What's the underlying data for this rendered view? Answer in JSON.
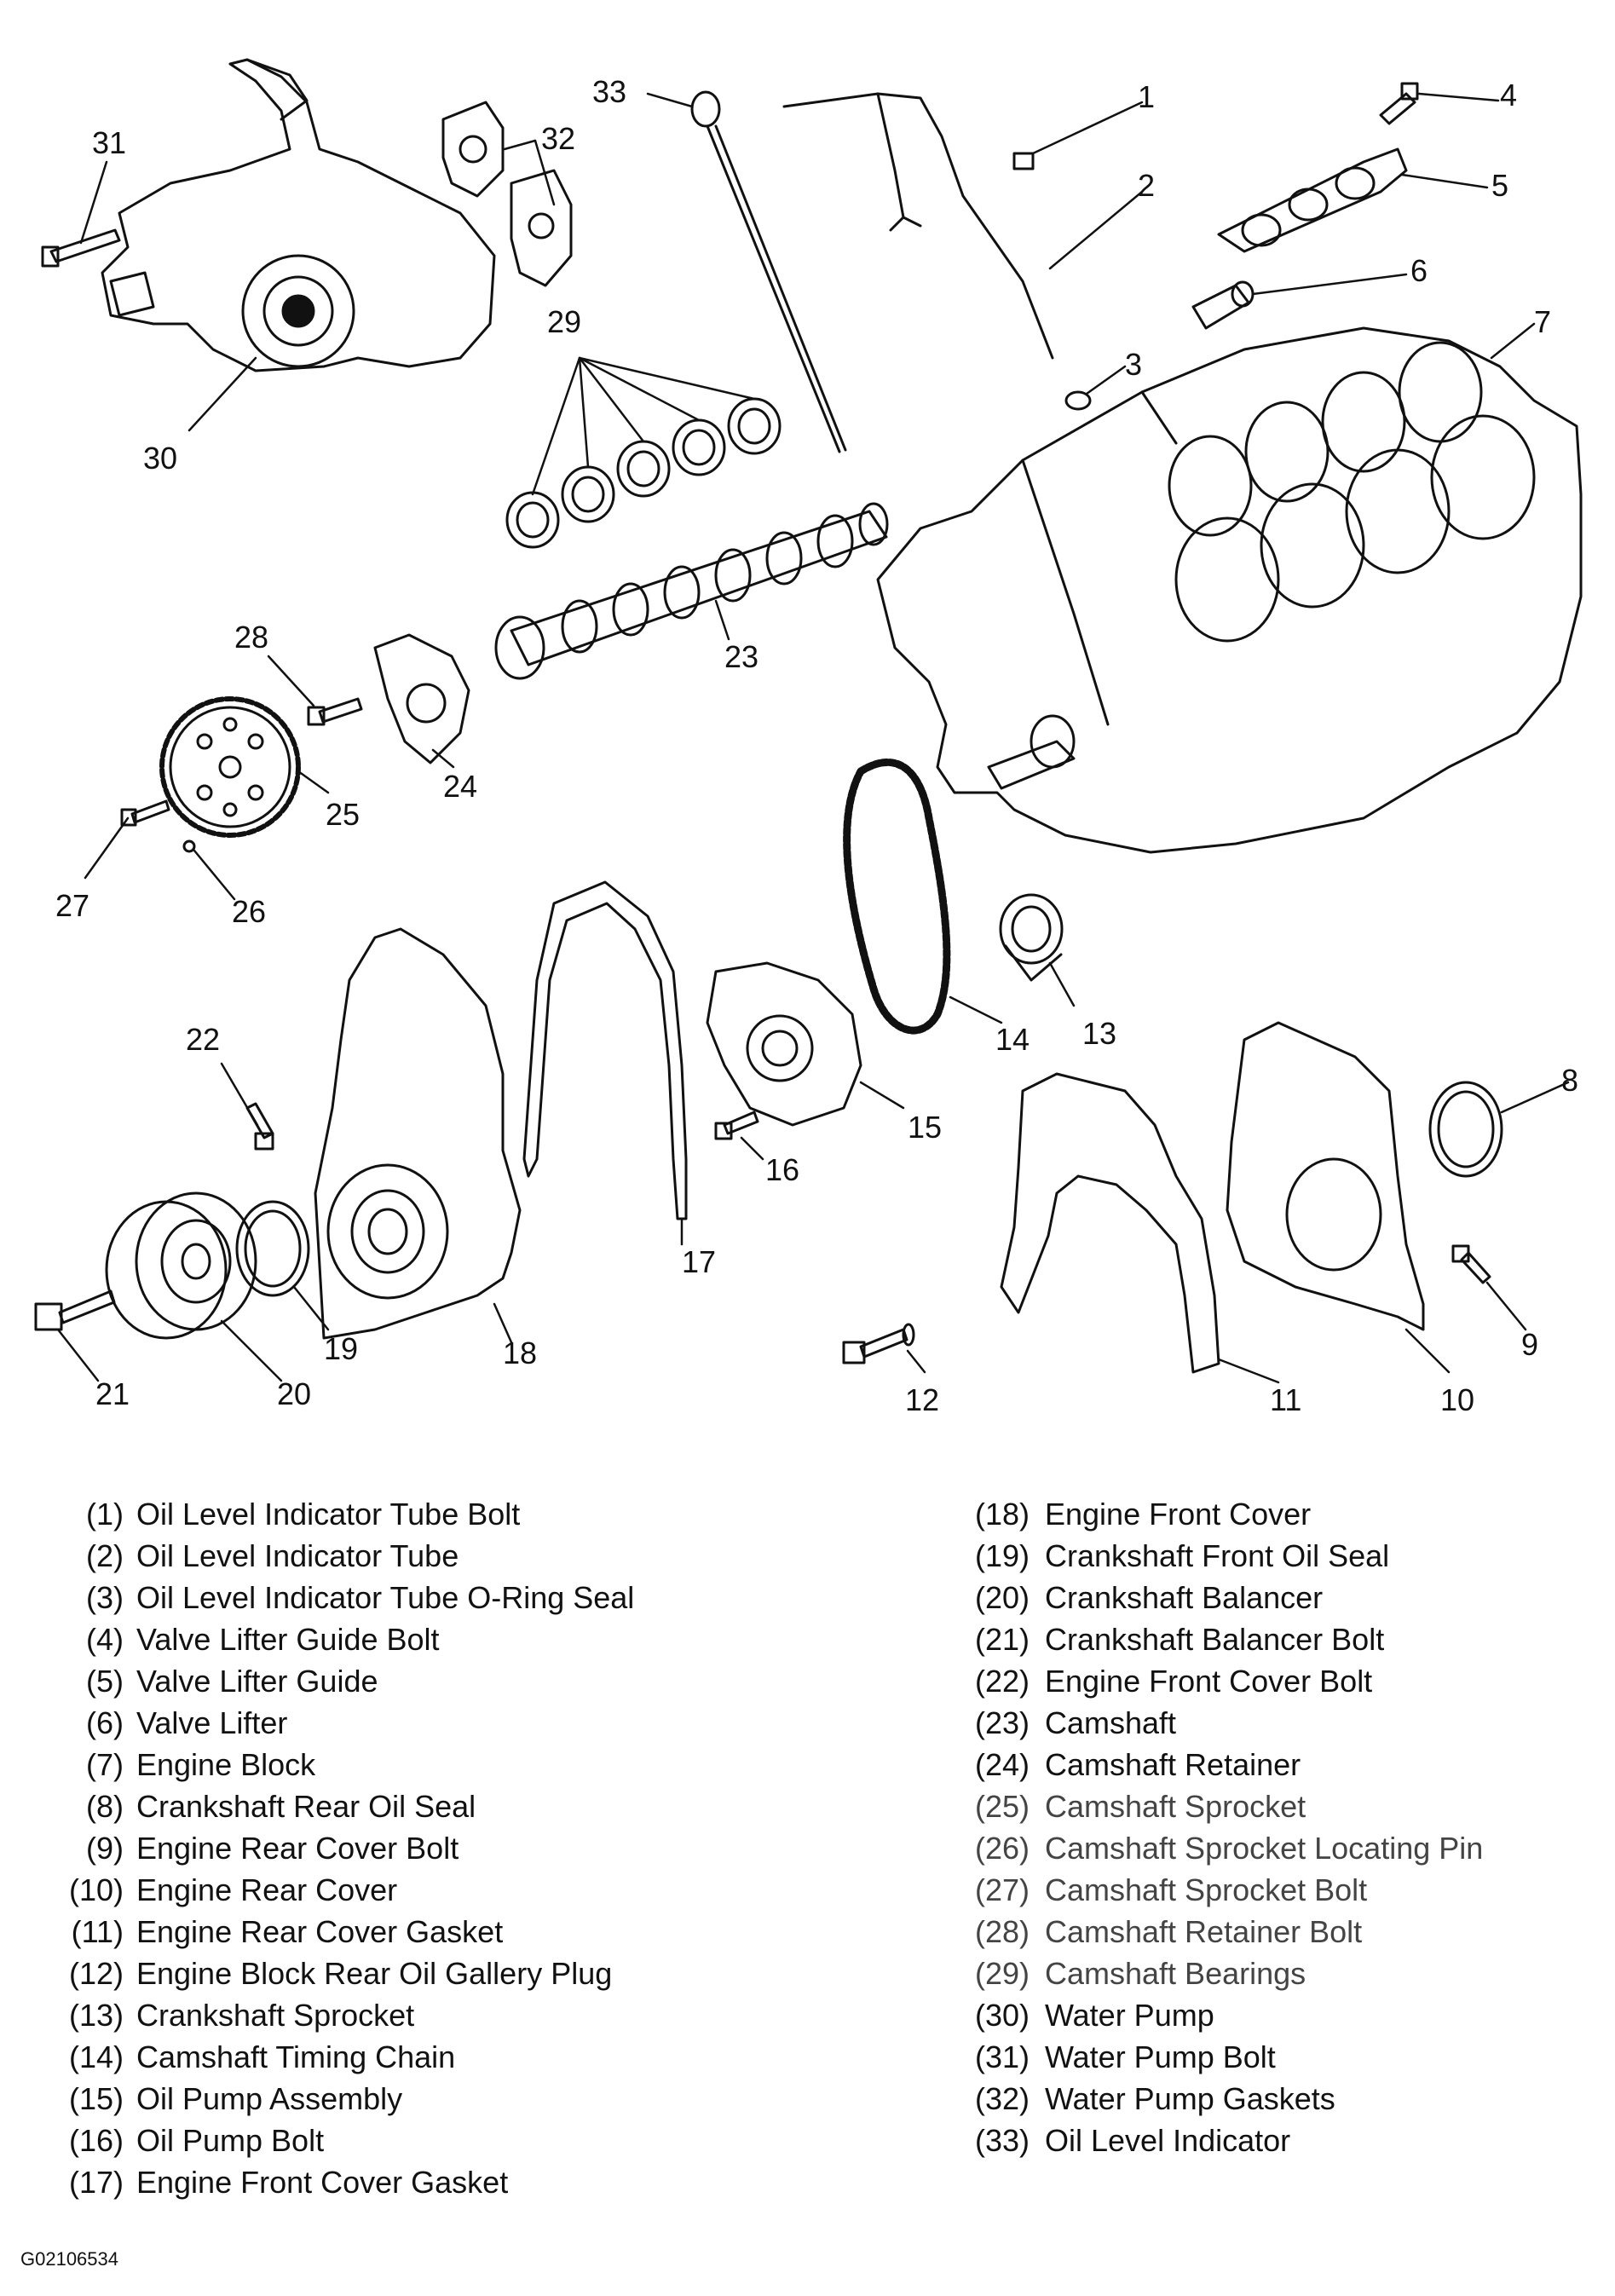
{
  "callouts": [
    "1",
    "2",
    "3",
    "4",
    "5",
    "6",
    "7",
    "8",
    "9",
    "10",
    "11",
    "12",
    "13",
    "14",
    "15",
    "16",
    "17",
    "18",
    "19",
    "20",
    "21",
    "22",
    "23",
    "24",
    "25",
    "26",
    "27",
    "28",
    "29",
    "30",
    "31",
    "32",
    "33"
  ],
  "legend_left": [
    {
      "num": "(1)",
      "label": "Oil Level Indicator Tube Bolt"
    },
    {
      "num": "(2)",
      "label": "Oil Level Indicator Tube"
    },
    {
      "num": "(3)",
      "label": "Oil Level Indicator Tube O-Ring Seal"
    },
    {
      "num": "(4)",
      "label": "Valve Lifter Guide Bolt"
    },
    {
      "num": "(5)",
      "label": "Valve Lifter Guide"
    },
    {
      "num": "(6)",
      "label": "Valve Lifter"
    },
    {
      "num": "(7)",
      "label": "Engine Block"
    },
    {
      "num": "(8)",
      "label": "Crankshaft Rear Oil Seal"
    },
    {
      "num": "(9)",
      "label": "Engine Rear Cover Bolt"
    },
    {
      "num": "(10)",
      "label": "Engine Rear Cover"
    },
    {
      "num": "(11)",
      "label": "Engine Rear Cover Gasket"
    },
    {
      "num": "(12)",
      "label": "Engine Block Rear Oil Gallery Plug"
    },
    {
      "num": "(13)",
      "label": "Crankshaft Sprocket"
    },
    {
      "num": "(14)",
      "label": "Camshaft Timing Chain"
    },
    {
      "num": "(15)",
      "label": "Oil Pump Assembly"
    },
    {
      "num": "(16)",
      "label": "Oil Pump Bolt"
    },
    {
      "num": "(17)",
      "label": "Engine Front Cover Gasket"
    }
  ],
  "legend_right": [
    {
      "num": "(18)",
      "label": "Engine Front Cover"
    },
    {
      "num": "(19)",
      "label": "Crankshaft Front Oil Seal"
    },
    {
      "num": "(20)",
      "label": "Crankshaft Balancer"
    },
    {
      "num": "(21)",
      "label": "Crankshaft Balancer Bolt"
    },
    {
      "num": "(22)",
      "label": "Engine Front Cover Bolt"
    },
    {
      "num": "(23)",
      "label": "Camshaft"
    },
    {
      "num": "(24)",
      "label": "Camshaft Retainer"
    },
    {
      "num": "(25)",
      "label": "Camshaft Sprocket"
    },
    {
      "num": "(26)",
      "label": "Camshaft Sprocket Locating Pin"
    },
    {
      "num": "(27)",
      "label": "Camshaft Sprocket Bolt"
    },
    {
      "num": "(28)",
      "label": "Camshaft Retainer Bolt"
    },
    {
      "num": "(29)",
      "label": "Camshaft Bearings"
    },
    {
      "num": "(30)",
      "label": "Water Pump"
    },
    {
      "num": "(31)",
      "label": "Water Pump Bolt"
    },
    {
      "num": "(32)",
      "label": "Water Pump Gaskets"
    },
    {
      "num": "(33)",
      "label": "Oil Level Indicator"
    }
  ],
  "figure_id": "G02106534"
}
